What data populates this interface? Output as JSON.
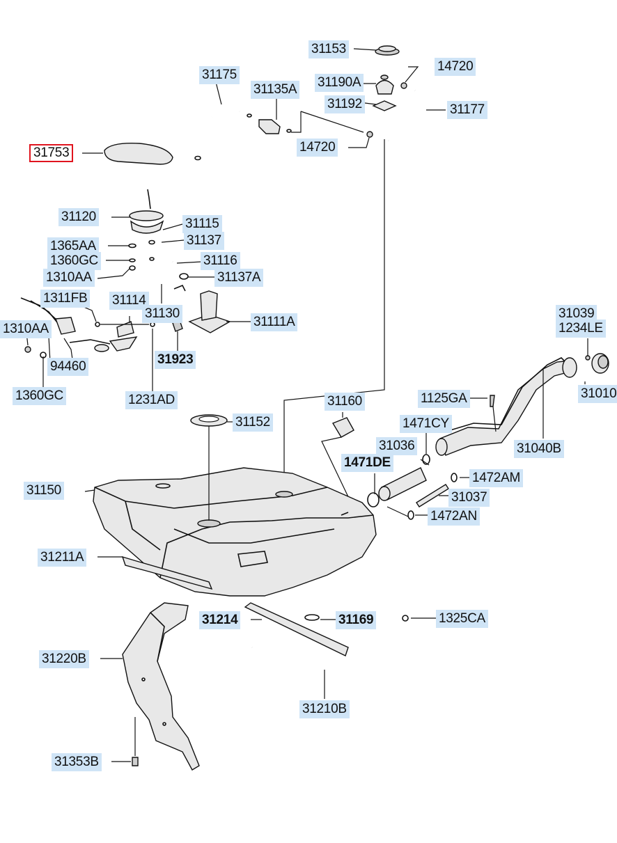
{
  "diagram": {
    "labels": {
      "p31153": "31153",
      "p14720a": "14720",
      "p31175": "31175",
      "p31190A": "31190A",
      "p31135A": "31135A",
      "p31192": "31192",
      "p31177": "31177",
      "p31753": "31753",
      "p14720b": "14720",
      "p31120": "31120",
      "p31115": "31115",
      "p1365AA": "1365AA",
      "p31137": "31137",
      "p1360GCa": "1360GC",
      "p31116": "31116",
      "p1310AAa": "1310AA",
      "p31137A": "31137A",
      "p1311FB": "1311FB",
      "p31114": "31114",
      "p31130": "31130",
      "p31111A": "31111A",
      "p1310AAb": "1310AA",
      "p31923": "31923",
      "p94460": "94460",
      "p1360GCb": "1360GC",
      "p1231AD": "1231AD",
      "p31039": "31039",
      "p1234LE": "1234LE",
      "p31010": "31010",
      "p31160": "31160",
      "p1125GA": "1125GA",
      "p1471CY": "1471CY",
      "p31152": "31152",
      "p31036": "31036",
      "p31040B": "31040B",
      "p1471DE": "1471DE",
      "p1472AM": "1472AM",
      "p31150": "31150",
      "p31037": "31037",
      "p1472AN": "1472AN",
      "p31211A": "31211A",
      "p31214": "31214",
      "p31169": "31169",
      "p1325CA": "1325CA",
      "p31220B": "31220B",
      "p31210B": "31210B",
      "p31353B": "31353B"
    },
    "highlight_color": "#cfe4f6",
    "selected_border_color": "#e0141e"
  }
}
